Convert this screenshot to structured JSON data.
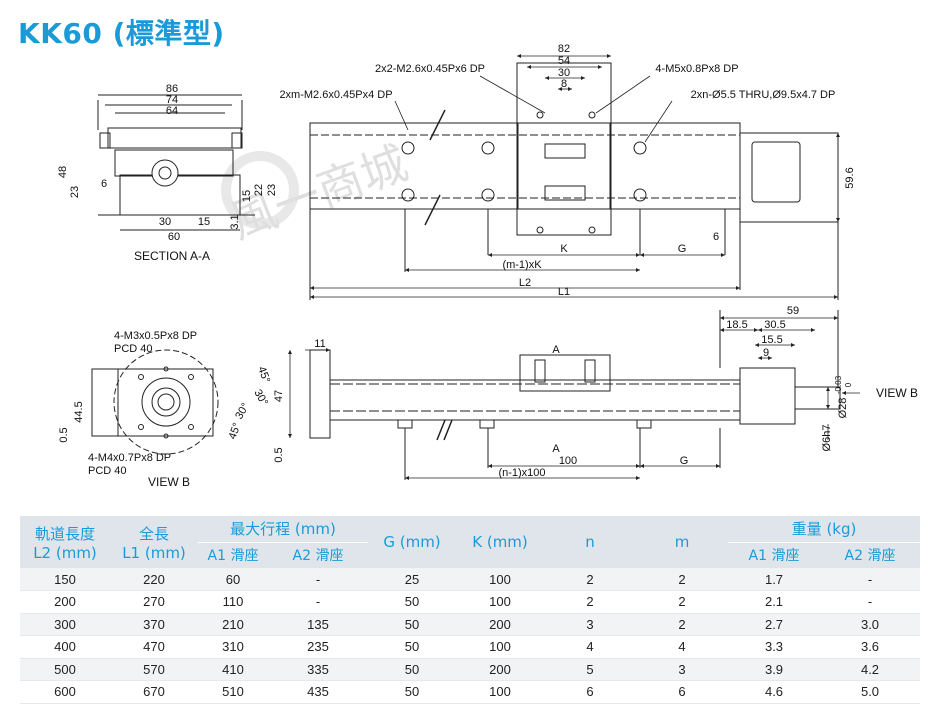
{
  "title": "KK60 (標準型)",
  "accent_color": "#1a9bd7",
  "watermark": "風一商城",
  "section_aa": {
    "label": "SECTION A-A",
    "dims": [
      "86",
      "74",
      "64",
      "48",
      "23",
      "6",
      "15",
      "22",
      "23",
      "3.1",
      "30",
      "15",
      "60"
    ]
  },
  "top_view": {
    "callouts": [
      "2x2-M2.6x0.45Px6 DP",
      "4-M5x0.8Px8 DP",
      "2xm-M2.6x0.45Px4 DP",
      "2xn-Ø5.5 THRU,Ø9.5x4.7 DP"
    ],
    "dims": [
      "82",
      "54",
      "30",
      "8",
      "59.6",
      "6",
      "K",
      "G",
      "(m-1)xK",
      "L2",
      "L1"
    ]
  },
  "view_b": {
    "label": "VIEW B",
    "callouts": [
      "4-M3x0.5Px8 DP",
      "PCD 40",
      "4-M4x0.7Px8 DP",
      "PCD 40"
    ],
    "dims": [
      "44.5",
      "0.5",
      "45°",
      "30°",
      "30°",
      "45°"
    ]
  },
  "side_view": {
    "dims": [
      "11",
      "47",
      "0.5",
      "A",
      "A",
      "100",
      "G",
      "(n-1)x100",
      "59",
      "18.5",
      "30.5",
      "15.5",
      "9",
      "Ø6h7",
      "Ø28"
    ],
    "tolerance": [
      "-0.03",
      "0"
    ],
    "view_label": "VIEW B"
  },
  "table": {
    "headers": {
      "l2": [
        "軌道長度",
        "L2 (mm)"
      ],
      "l1": [
        "全長",
        "L1 (mm)"
      ],
      "stroke": "最大行程 (mm)",
      "stroke_a1": "A1 滑座",
      "stroke_a2": "A2 滑座",
      "g": "G (mm)",
      "k": "K (mm)",
      "n": "n",
      "m": "m",
      "weight": "重量 (kg)",
      "weight_a1": "A1 滑座",
      "weight_a2": "A2 滑座"
    },
    "rows": [
      [
        "150",
        "220",
        "60",
        "-",
        "25",
        "100",
        "2",
        "2",
        "1.7",
        "-"
      ],
      [
        "200",
        "270",
        "110",
        "-",
        "50",
        "100",
        "2",
        "2",
        "2.1",
        "-"
      ],
      [
        "300",
        "370",
        "210",
        "135",
        "50",
        "200",
        "3",
        "2",
        "2.7",
        "3.0"
      ],
      [
        "400",
        "470",
        "310",
        "235",
        "50",
        "100",
        "4",
        "4",
        "3.3",
        "3.6"
      ],
      [
        "500",
        "570",
        "410",
        "335",
        "50",
        "200",
        "5",
        "3",
        "3.9",
        "4.2"
      ],
      [
        "600",
        "670",
        "510",
        "435",
        "50",
        "100",
        "6",
        "6",
        "4.6",
        "5.0"
      ]
    ]
  }
}
